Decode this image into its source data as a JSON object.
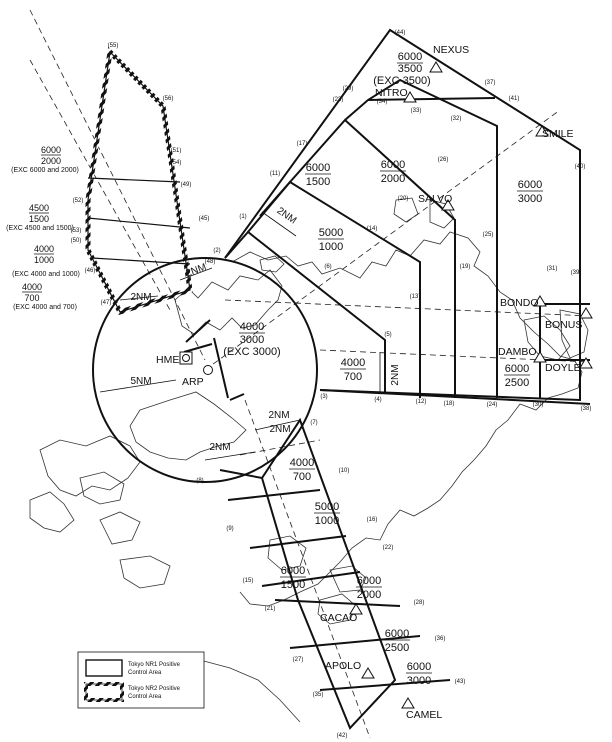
{
  "areas": [
    {
      "id": "east-upper",
      "upper": "6000",
      "lower": "1500"
    },
    {
      "id": "east-mid-1",
      "upper": "6000",
      "lower": "2000"
    },
    {
      "id": "east-mid-2",
      "upper": "5000",
      "lower": "1000"
    },
    {
      "id": "east-right",
      "upper": "6000",
      "lower": "3000"
    },
    {
      "id": "east-low",
      "upper": "4000",
      "lower": "700"
    },
    {
      "id": "east-corner",
      "upper": "6000",
      "lower": "2500"
    },
    {
      "id": "nexus",
      "upper": "6000",
      "lower": "3500",
      "exception": "(EXC 3500)"
    },
    {
      "id": "center",
      "upper": "4000",
      "lower": "3000",
      "exception": "(EXC 3000)"
    },
    {
      "id": "south-1",
      "upper": "4000",
      "lower": "700"
    },
    {
      "id": "south-2",
      "upper": "5000",
      "lower": "1000"
    },
    {
      "id": "south-3",
      "upper": "6000",
      "lower": "1500"
    },
    {
      "id": "south-4",
      "upper": "6000",
      "lower": "2000"
    },
    {
      "id": "south-5",
      "upper": "6000",
      "lower": "2500"
    },
    {
      "id": "south-6",
      "upper": "6000",
      "lower": "3000"
    },
    {
      "id": "west-1",
      "upper": "6000",
      "lower": "2000",
      "exception": "(EXC 6000 and 2000)"
    },
    {
      "id": "west-2",
      "upper": "4500",
      "lower": "1500",
      "exception": "(EXC 4500 and 1500)"
    },
    {
      "id": "west-3",
      "upper": "4000",
      "lower": "1000",
      "exception": "(EXC 4000 and 1000)"
    },
    {
      "id": "west-4",
      "upper": "4000",
      "lower": "700",
      "exception": "(EXC 4000 and 700)"
    }
  ],
  "fixes": {
    "nexus": "NEXUS",
    "nitro": "NITRO",
    "smile": "SMILE",
    "salvo": "SALVO",
    "bondo": "BONDO",
    "bonus": "BONUS",
    "dambo": "DAMBO",
    "doyle": "DOYLE",
    "cacao": "CACAO",
    "apolo": "APOLO",
    "camel": "CAMEL",
    "hme": "HME",
    "arp": "ARP"
  },
  "distances": {
    "d2nm_a": "2NM",
    "d2nm_b": "2NM",
    "d2nm_c": "2NM",
    "d2nm_d": "2NM",
    "d2nm_e": "2NM",
    "d2nm_f": "2NM",
    "d2nm_g": "2NM",
    "d5nm": "5NM"
  },
  "points": [
    "(1)",
    "(2)",
    "(3)",
    "(4)",
    "(5)",
    "(6)",
    "(7)",
    "(8)",
    "(9)",
    "(10)",
    "(11)",
    "(12)",
    "(13)",
    "(14)",
    "(15)",
    "(16)",
    "(17)",
    "(18)",
    "(19)",
    "(20)",
    "(21)",
    "(22)",
    "(23)",
    "(24)",
    "(25)",
    "(26)",
    "(27)",
    "(28)",
    "(29)",
    "(30)",
    "(31)",
    "(32)",
    "(33)",
    "(34)",
    "(35)",
    "(36)",
    "(37)",
    "(38)",
    "(39)",
    "(40)",
    "(41)",
    "(42)",
    "(43)",
    "(44)",
    "(45)",
    "(46)",
    "(47)",
    "(48)",
    "(49)",
    "(50)",
    "(51)",
    "(52)",
    "(53)",
    "(54)",
    "(55)",
    "(56)"
  ],
  "legend": {
    "nr1_line1": "Tokyo NR1 Positive",
    "nr1_line2": "Control Area",
    "nr2_line1": "Tokyo NR2 Positive",
    "nr2_line2": "Control Area"
  },
  "colors": {
    "line": "#111111",
    "background": "#ffffff"
  }
}
